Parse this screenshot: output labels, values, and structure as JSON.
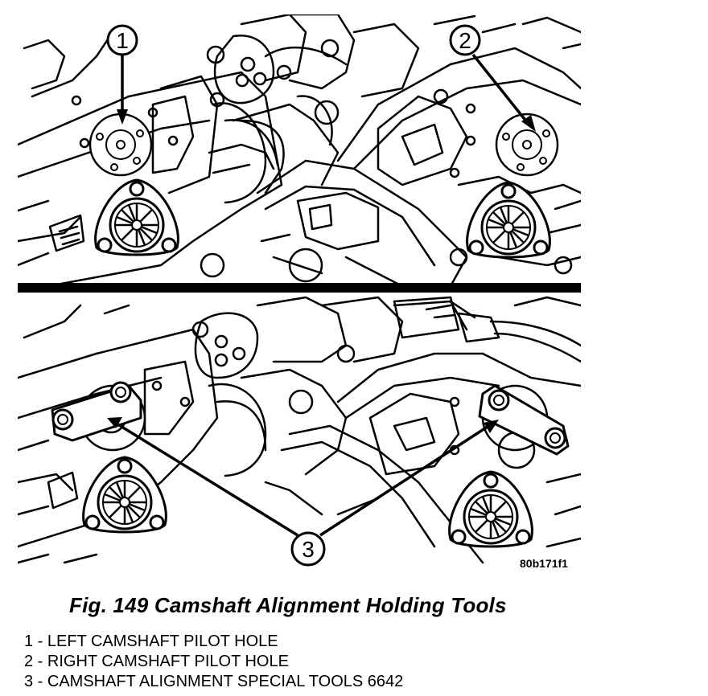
{
  "figure": {
    "callouts": [
      "1",
      "2",
      "3"
    ],
    "figure_id": "80b171f1"
  },
  "caption": "Fig. 149 Camshaft Alignment Holding Tools",
  "legend": [
    "1 - LEFT CAMSHAFT PILOT HOLE",
    "2 - RIGHT CAMSHAFT PILOT HOLE",
    "3 - CAMSHAFT ALIGNMENT SPECIAL TOOLS 6642"
  ]
}
